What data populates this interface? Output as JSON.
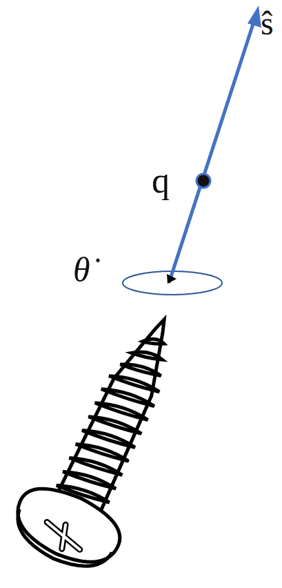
{
  "diagram": {
    "labels": [
      "ŝ",
      "q",
      "θ̇"
    ]
  }
}
